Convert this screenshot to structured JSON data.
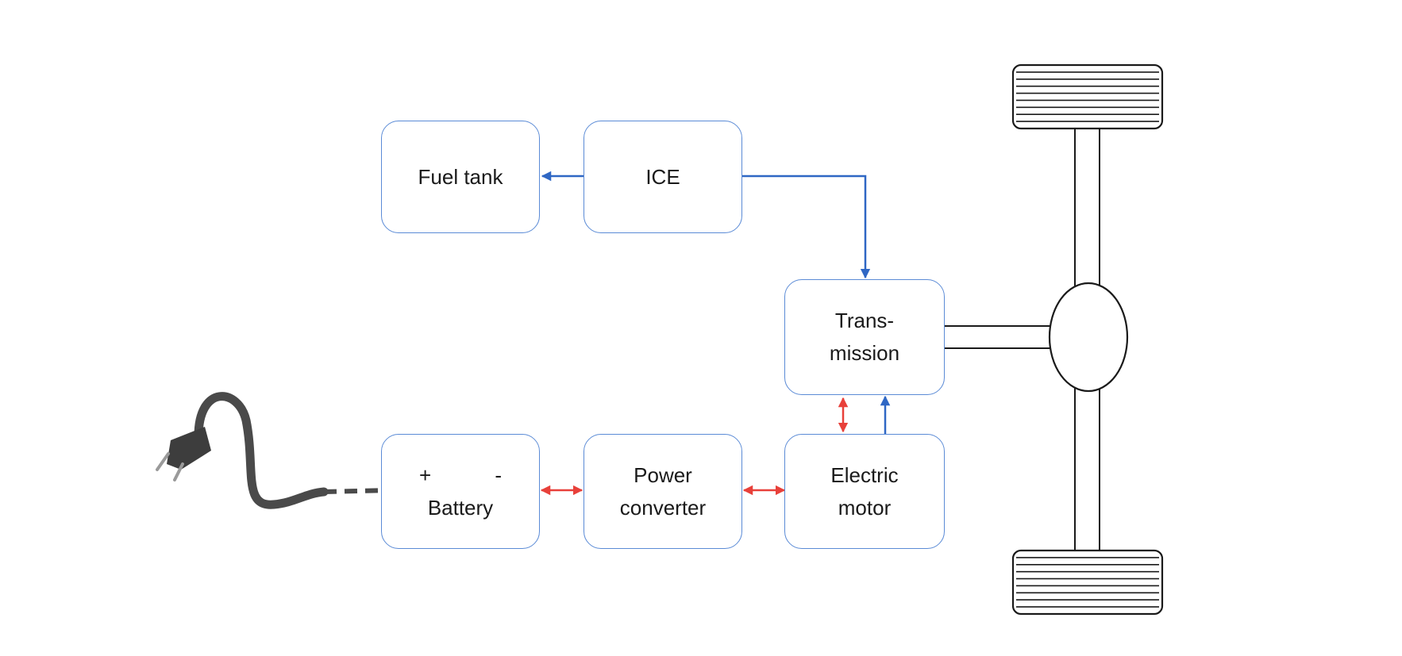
{
  "colors": {
    "box_border": "#5b8bd6",
    "mechanical_flow": "#2f67c4",
    "electrical_flow": "#e8403a",
    "drivetrain_outline": "#1a1a1a",
    "plug": "#4a4a4a"
  },
  "boxes": {
    "fuel_tank": {
      "label": "Fuel tank"
    },
    "ice": {
      "label": "ICE"
    },
    "transmission": {
      "line1": "Trans-",
      "line2": "mission"
    },
    "battery": {
      "plus": "+",
      "minus": "-",
      "label": "Battery"
    },
    "power_converter": {
      "line1": "Power",
      "line2": "converter"
    },
    "electric_motor": {
      "line1": "Electric",
      "line2": "motor"
    }
  },
  "connections": [
    {
      "from": "ice",
      "to": "fuel_tank",
      "kind": "mechanical",
      "direction": "one-way"
    },
    {
      "from": "ice",
      "to": "transmission",
      "kind": "mechanical",
      "direction": "one-way"
    },
    {
      "from": "electric_motor",
      "to": "transmission",
      "kind": "mechanical",
      "direction": "one-way"
    },
    {
      "from": "electric_motor",
      "to": "transmission",
      "kind": "electrical",
      "direction": "two-way"
    },
    {
      "from": "battery",
      "to": "power_converter",
      "kind": "electrical",
      "direction": "two-way"
    },
    {
      "from": "power_converter",
      "to": "electric_motor",
      "kind": "electrical",
      "direction": "two-way"
    }
  ],
  "icons": [
    "power-plug-icon",
    "wheel-icon",
    "differential-icon"
  ]
}
